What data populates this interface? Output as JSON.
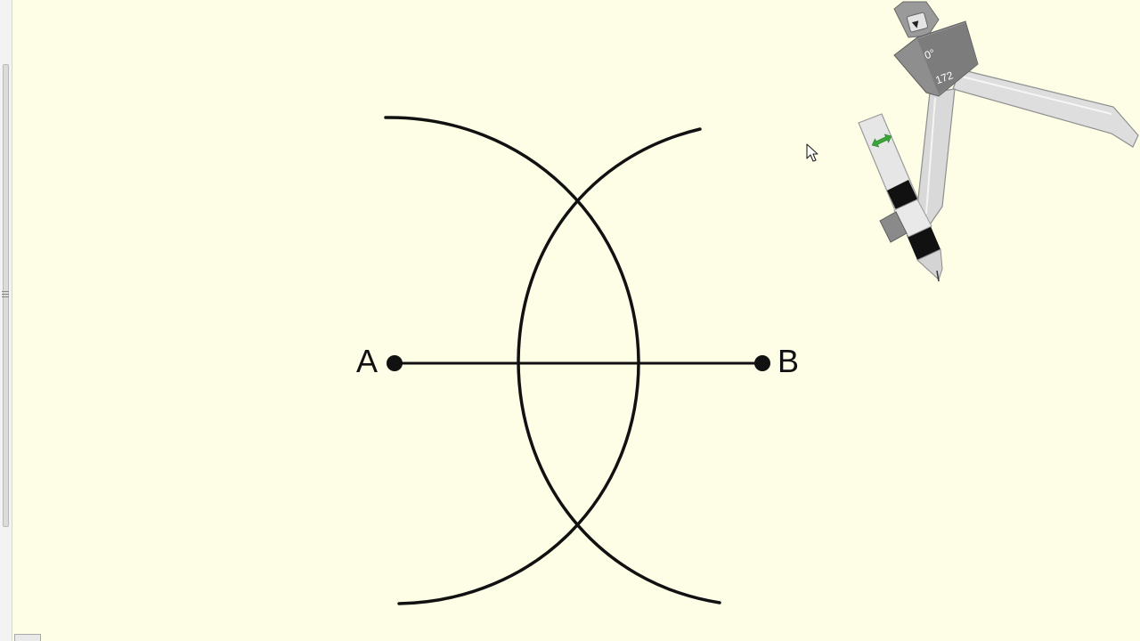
{
  "construction": {
    "point_a_label": "A",
    "point_b_label": "B"
  },
  "compass": {
    "angle_readout": "0°",
    "radius_readout": "172",
    "dropdown_glyph": "▼",
    "resize_icon": "double-arrow-icon"
  },
  "colors": {
    "background": "#fefde6",
    "ink": "#111111",
    "compass_body": "#8a8a8a",
    "compass_arm": "#dcdcdc",
    "resize_arrow": "#3aa63a"
  },
  "cursor": {
    "icon": "mouse-pointer-icon"
  }
}
